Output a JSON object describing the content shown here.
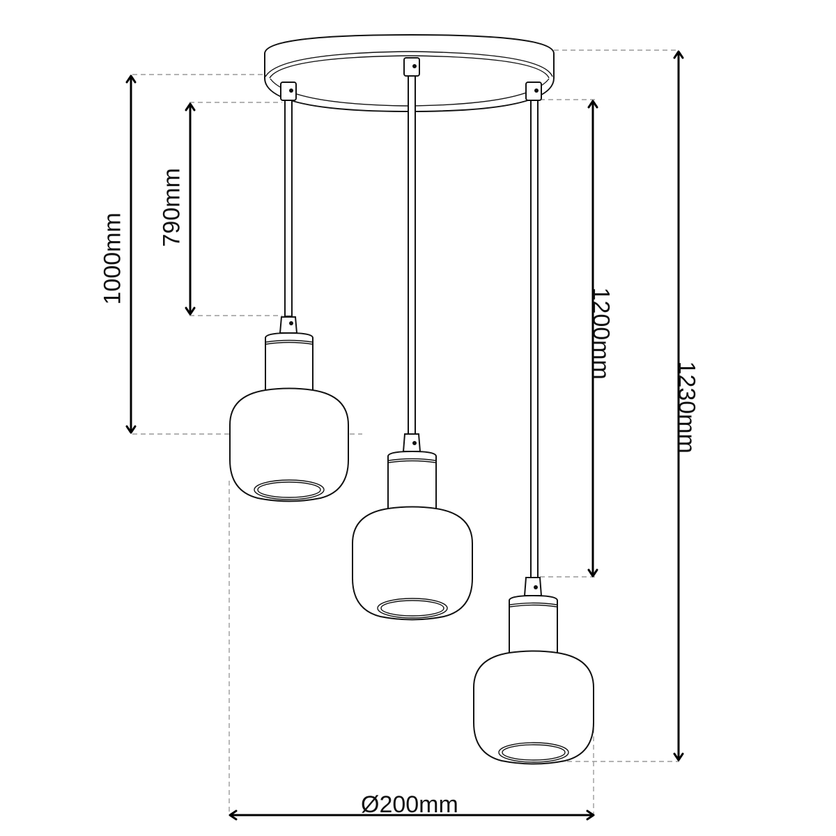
{
  "diagram": {
    "subject": "Three-light pendant lamp on round ceiling canopy",
    "dimensions": {
      "diameter": "Ø200mm",
      "height_upper_shade_bottom": "1000mm",
      "cable_upper_lamp": "790mm",
      "cable_right_lamp": "1200mm",
      "overall_height": "1230mm"
    },
    "colors": {
      "stroke": "#111111",
      "dash": "#999999",
      "background": "#ffffff"
    }
  }
}
